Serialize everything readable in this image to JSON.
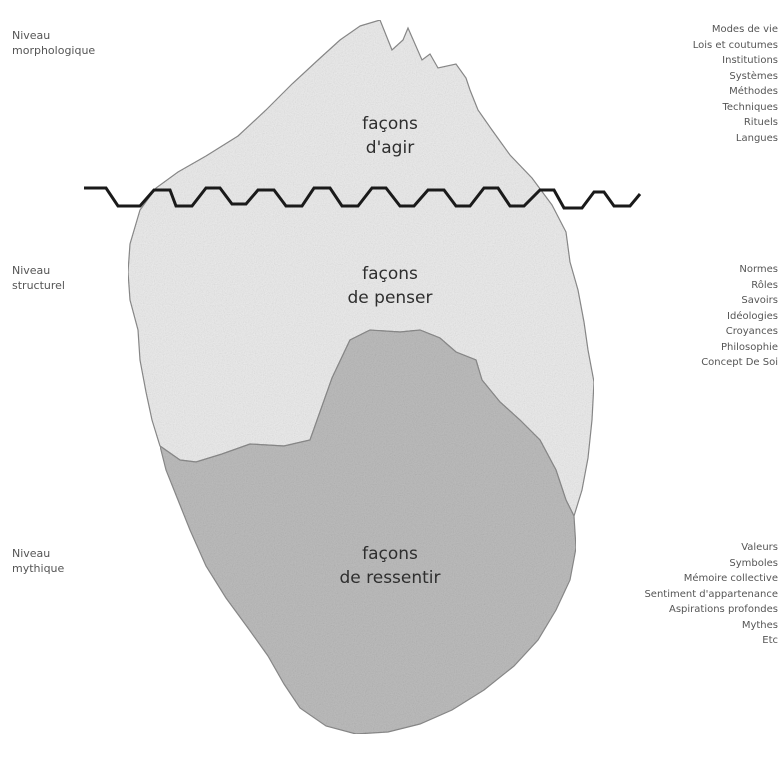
{
  "levels": {
    "morphologique": "Niveau\nmorphologique",
    "structurel": "Niveau\nstructurel",
    "mythique": "Niveau\nmythique"
  },
  "zones": {
    "agir": "façons\nd'agir",
    "penser": "façons\nde penser",
    "ressentir": "façons\nde ressentir"
  },
  "lists": {
    "top": [
      "Modes de vie",
      "Lois et coutumes",
      "Institutions",
      "Systèmes",
      "Méthodes",
      "Techniques",
      "Rituels",
      "Langues"
    ],
    "middle": [
      "Normes",
      "Rôles",
      "Savoirs",
      "Idéologies",
      "Croyances",
      "Philosophie",
      "Concept De Soi"
    ],
    "bottom": [
      "Valeurs",
      "Symboles",
      "Mémoire collective",
      "Sentiment d'appartenance",
      "Aspirations profondes",
      "Mythes",
      "Etc"
    ]
  },
  "colors": {
    "upper_fill": "#ececec",
    "lower_fill": "#bdbdbd",
    "outline": "#8c8c8c",
    "waterline": "#1a1a1a"
  }
}
